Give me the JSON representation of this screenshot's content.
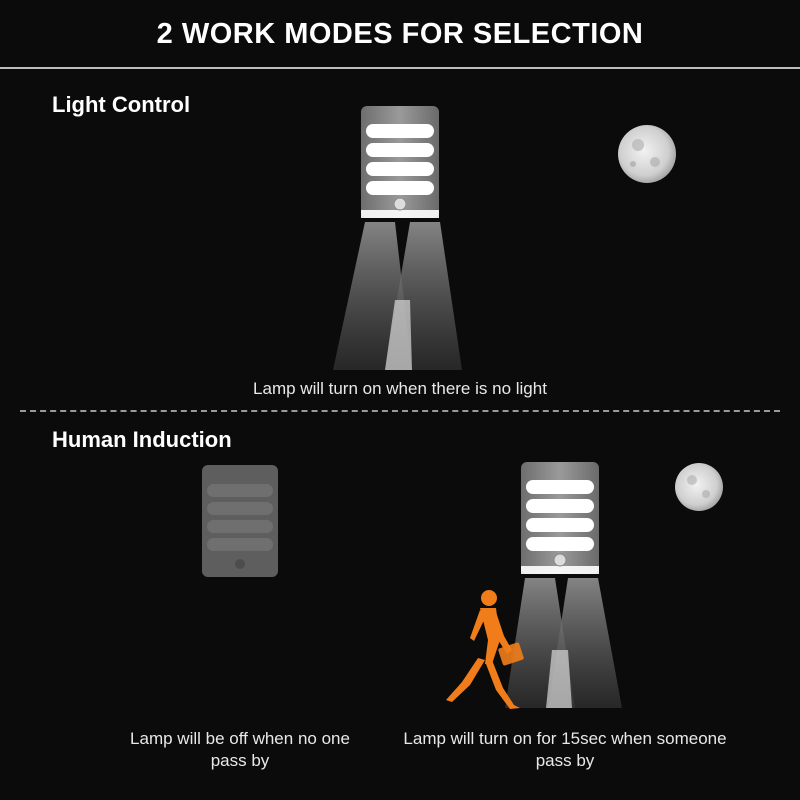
{
  "header": {
    "title": "2 WORK MODES FOR SELECTION"
  },
  "sections": [
    {
      "heading": "Light Control",
      "caption": "Lamp will turn on when there is no light"
    },
    {
      "heading": "Human Induction",
      "caption_off": "Lamp will be off when no one pass by",
      "caption_on": "Lamp will turn on for 15sec when someone pass by"
    }
  ],
  "colors": {
    "background": "#0b0b0b",
    "person": "#f07d1a",
    "lamp_on": "#ffffff",
    "lamp_off": "#5e5e5e"
  }
}
